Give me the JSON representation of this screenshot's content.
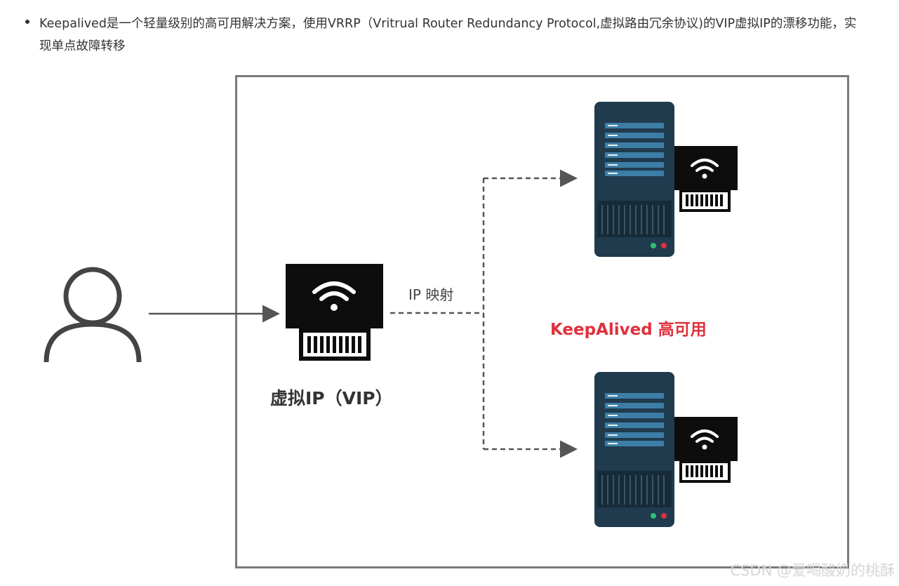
{
  "bullet": {
    "text": "Keepalived是一个轻量级别的高可用解决方案，使用VRRP（Vritrual Router Redundancy Protocol,虚拟路由冗余协议)的VIP虚拟IP的漂移功能，实现单点故障转移"
  },
  "diagram": {
    "vip_label": "虚拟IP（VIP）",
    "mapping_label": "IP 映射",
    "ha_label": "KeepAlived 高可用"
  },
  "watermark": "CSDN @爱喝酸奶的桃酥",
  "colors": {
    "accent_red": "#e0303c",
    "server_body": "#1f3b4d",
    "server_stripe": "#3d7ea6",
    "frame": "#7a7a7a"
  },
  "icons": [
    "user-icon",
    "wifi-router-icon",
    "server-icon"
  ]
}
